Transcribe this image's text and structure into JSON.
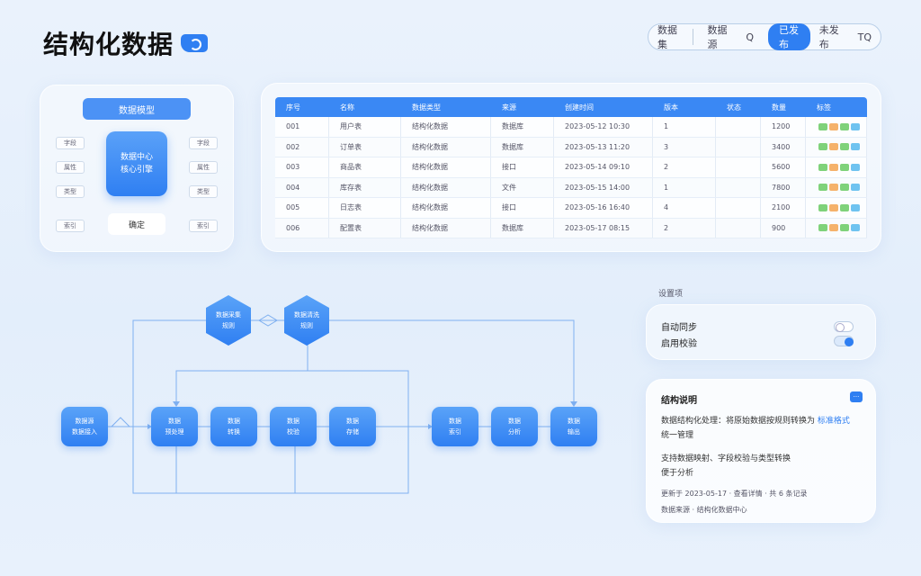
{
  "header": {
    "title": "结构化数据",
    "nav": [
      "数据集",
      "数据源",
      "Q",
      "已发布",
      "未发布",
      "TQ"
    ],
    "active_index": 3
  },
  "left_panel": {
    "header_label": "数据模型",
    "core_label_1": "数据中心",
    "core_label_2": "核心引擎",
    "button_label": "确定",
    "left_tags": [
      "字段",
      "属性",
      "类型",
      "索引"
    ],
    "right_tags": [
      "字段",
      "属性",
      "类型",
      "索引"
    ]
  },
  "table": {
    "headers": [
      "序号",
      "名称",
      "数据类型",
      "来源",
      "创建时间",
      "版本",
      "状态",
      "数量",
      "标签"
    ],
    "rows": [
      [
        "001",
        "用户表",
        "结构化数据",
        "数据库",
        "2023-05-12 10:30",
        "1",
        "",
        "1200",
        ""
      ],
      [
        "002",
        "订单表",
        "结构化数据",
        "数据库",
        "2023-05-13 11:20",
        "3",
        "",
        "3400",
        ""
      ],
      [
        "003",
        "商品表",
        "结构化数据",
        "接口",
        "2023-05-14 09:10",
        "2",
        "",
        "5600",
        ""
      ],
      [
        "004",
        "库存表",
        "结构化数据",
        "文件",
        "2023-05-15 14:00",
        "1",
        "",
        "7800",
        ""
      ],
      [
        "005",
        "日志表",
        "结构化数据",
        "接口",
        "2023-05-16 16:40",
        "4",
        "",
        "2100",
        ""
      ],
      [
        "006",
        "配置表",
        "结构化数据",
        "数据库",
        "2023-05-17 08:15",
        "2",
        "",
        "900",
        ""
      ]
    ]
  },
  "flow": {
    "hex_nodes": [
      {
        "l1": "数据采集",
        "l2": "规则"
      },
      {
        "l1": "数据清洗",
        "l2": "规则"
      }
    ],
    "nodes": [
      {
        "l1": "数据源",
        "l2": "数据接入"
      },
      {
        "l1": "数据",
        "l2": "预处理"
      },
      {
        "l1": "数据",
        "l2": "转换"
      },
      {
        "l1": "数据",
        "l2": "校验"
      },
      {
        "l1": "数据",
        "l2": "存储"
      },
      {
        "l1": "数据",
        "l2": "索引"
      },
      {
        "l1": "数据",
        "l2": "分析"
      },
      {
        "l1": "数据",
        "l2": "输出"
      }
    ]
  },
  "settings": {
    "section_label": "设置项",
    "item1": "自动同步",
    "item2": "启用校验"
  },
  "info_card": {
    "title": "结构说明",
    "p1a": "数据结构化处理：将原始数据按规则转换为",
    "p1b": "标准格式",
    "p1c": "统一管理",
    "p2a": "支持数据映射、字段校验与类型转换",
    "p2b": "便于分析",
    "f1": "更新于 2023-05-17 · 查看详情 · 共 6 条记录",
    "f2": "数据来源 · 结构化数据中心"
  },
  "colors": {
    "accent": "#2f7ff2",
    "tag_green": "#7fd27a",
    "tag_orange": "#f5b26b"
  }
}
